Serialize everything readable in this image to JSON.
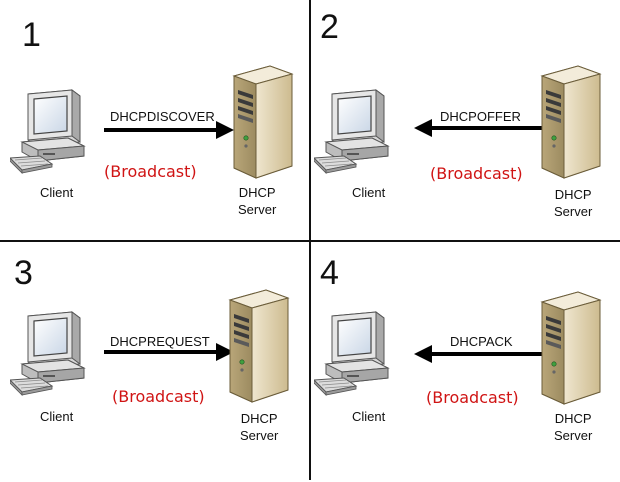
{
  "labels": {
    "client": "Client",
    "server_line1": "DHCP",
    "server_line2": "Server",
    "broadcast": "(Broadcast)"
  },
  "steps": [
    {
      "number": "1",
      "message": "DHCPDISCOVER",
      "direction": "client-to-server",
      "broadcast": true
    },
    {
      "number": "2",
      "message": "DHCPOFFER",
      "direction": "server-to-client",
      "broadcast": true
    },
    {
      "number": "3",
      "message": "DHCPREQUEST",
      "direction": "client-to-server",
      "broadcast": true
    },
    {
      "number": "4",
      "message": "DHCPACK",
      "direction": "server-to-client",
      "broadcast": true
    }
  ],
  "colors": {
    "broadcast": "#d01414",
    "server_beige": "#d8c9a2",
    "monitor_gray": "#c9c9c9"
  }
}
